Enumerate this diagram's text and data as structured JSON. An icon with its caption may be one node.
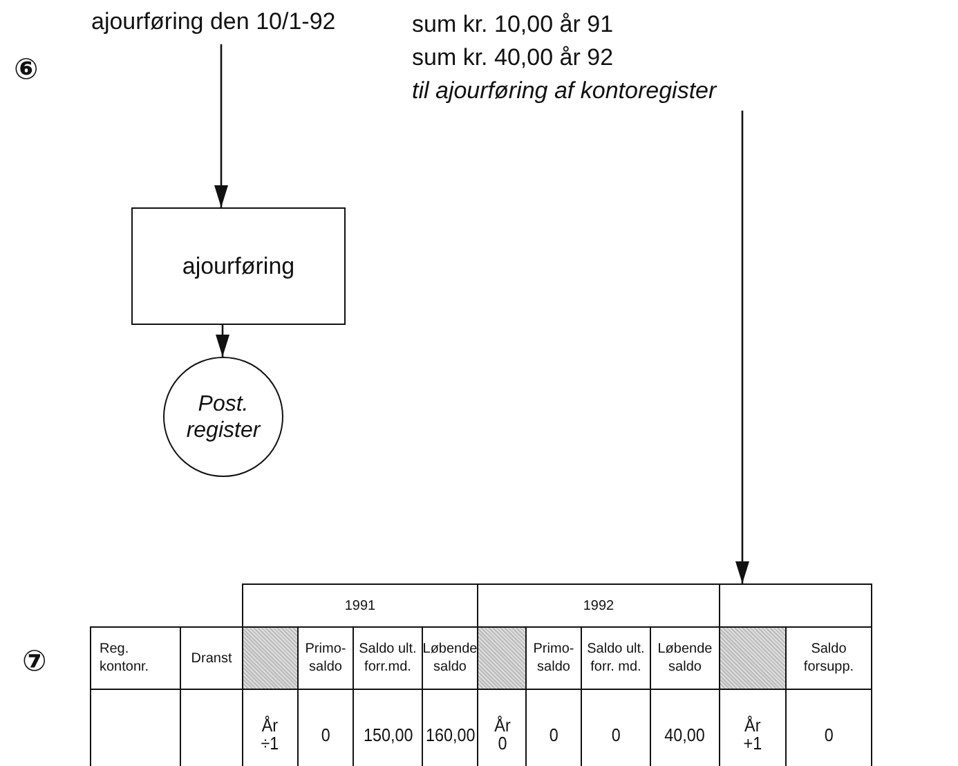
{
  "diagram": {
    "nodes": [
      {
        "text": [
          "ajourføring den 10/1-92"
        ]
      },
      {
        "text": [
          "sum kr. 10,00 år 91",
          "sum kr. 40,00 år 92",
          "til ajourføring af kontoregister"
        ]
      },
      {
        "text": [
          "ajourføring"
        ]
      },
      {
        "text": [
          "Post. register"
        ]
      },
      {
        "text": [],
        "shape": "table"
      }
    ],
    "edges": [
      {
        "from": 0,
        "to": 2,
        "arrow": "to"
      },
      {
        "from": 2,
        "to": 3,
        "arrow": "to"
      },
      {
        "from": 1,
        "to": 4,
        "arrow": "to"
      }
    ],
    "labels": [
      "⑥",
      "⑦",
      "1991",
      "1992",
      "Reg. kontonr.",
      "Dranst",
      "Primo- saldo",
      "Saldo ult. forr.md.",
      "Løbende saldo",
      "Primo- saldo",
      "Saldo ult. forr. md.",
      "Løbende saldo",
      "Saldo forsupp.",
      "År ÷1",
      "0",
      "150,00",
      "160,00",
      "År 0",
      "0",
      "0",
      "40,00",
      "År +1",
      "0"
    ]
  }
}
